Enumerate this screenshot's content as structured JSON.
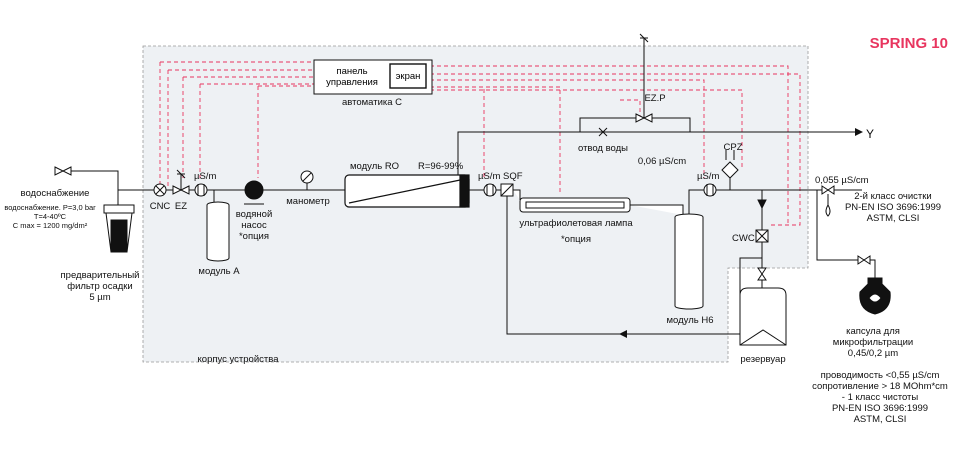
{
  "title": "SPRING 10",
  "colors": {
    "accent": "#e8355f",
    "housing": "#eef1f4",
    "line": "#111111",
    "dashed": "#e8355f"
  },
  "labels": {
    "water_supply": "водоснабжение",
    "water_params": [
      "водоснабжение. P=3,0 bar",
      "T=4-40ºC",
      "C max = 1200 mg/dm²"
    ],
    "prefilter": [
      "предварительный",
      "фильтр осадки",
      "5 µm"
    ],
    "cnc": "CNC",
    "ez": "EZ",
    "us_m_1": "µS/m",
    "module_a": "модуль A",
    "pump": [
      "водяной",
      "насос",
      "*опция"
    ],
    "manometer": "манометр",
    "module_ro": "модуль RO",
    "ro_ratio": "R=96-99%",
    "us_m_2": "µS/m",
    "sqf": "SQF",
    "uv_lamp": "ультрафиолетовая лампа",
    "uv_option": "*опция",
    "control_panel": [
      "панель",
      "управления"
    ],
    "screen": "экран",
    "automation": "автоматика C",
    "ezp": "EZ.P",
    "drain": "отвод воды",
    "cond_006": "0,06 µS/cm",
    "cpz": "CPZ",
    "us_m_3": "µS/m",
    "module_h6": "модуль H6",
    "cwc": "CWC",
    "cond_0055": "0,055 µS/cm",
    "class2": [
      "2-й класс очистки",
      "PN-EN ISO 3696:1999",
      "ASTM, CLSI"
    ],
    "y_label": "Y",
    "capsule": [
      "капсула для",
      "микрофильтрации",
      "0,45/0,2 µm"
    ],
    "class1": [
      "проводимость <0,55 µS/cm",
      "сопротивление > 18 MOhm*cm",
      "- 1 класс чистоты",
      "PN-EN ISO 3696:1999",
      "ASTM, CLSI"
    ],
    "housing": "корпус устройства",
    "reservoir": "резервуар"
  }
}
